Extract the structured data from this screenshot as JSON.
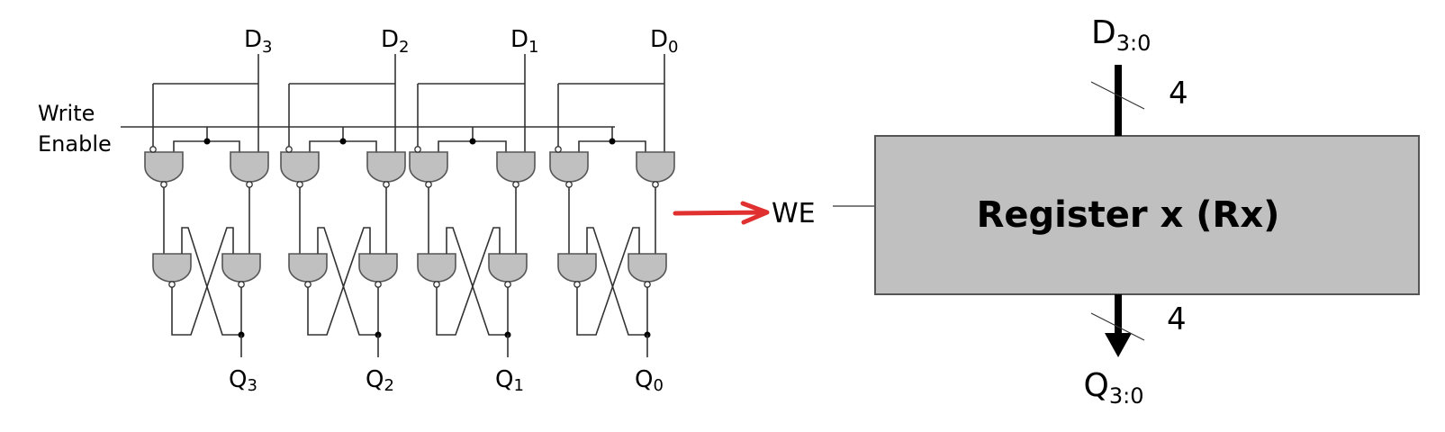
{
  "circuit": {
    "write_enable_label_line1": "Write",
    "write_enable_label_line2": "Enable",
    "bits": [
      {
        "d_label": "D",
        "d_sub": "3",
        "q_label": "Q",
        "q_sub": "3"
      },
      {
        "d_label": "D",
        "d_sub": "2",
        "q_label": "Q",
        "q_sub": "2"
      },
      {
        "d_label": "D",
        "d_sub": "1",
        "q_label": "Q",
        "q_sub": "1"
      },
      {
        "d_label": "D",
        "d_sub": "0",
        "q_label": "Q",
        "q_sub": "0"
      }
    ],
    "gate_color": "#c0c0c0"
  },
  "arrow": {
    "color": "#e03030"
  },
  "register": {
    "title": "Register x (Rx)",
    "we_label": "WE",
    "input_label": "D",
    "input_sub": "3:0",
    "output_label": "Q",
    "output_sub": "3:0",
    "input_width": "4",
    "output_width": "4",
    "fill_color": "#c0c0c0"
  }
}
